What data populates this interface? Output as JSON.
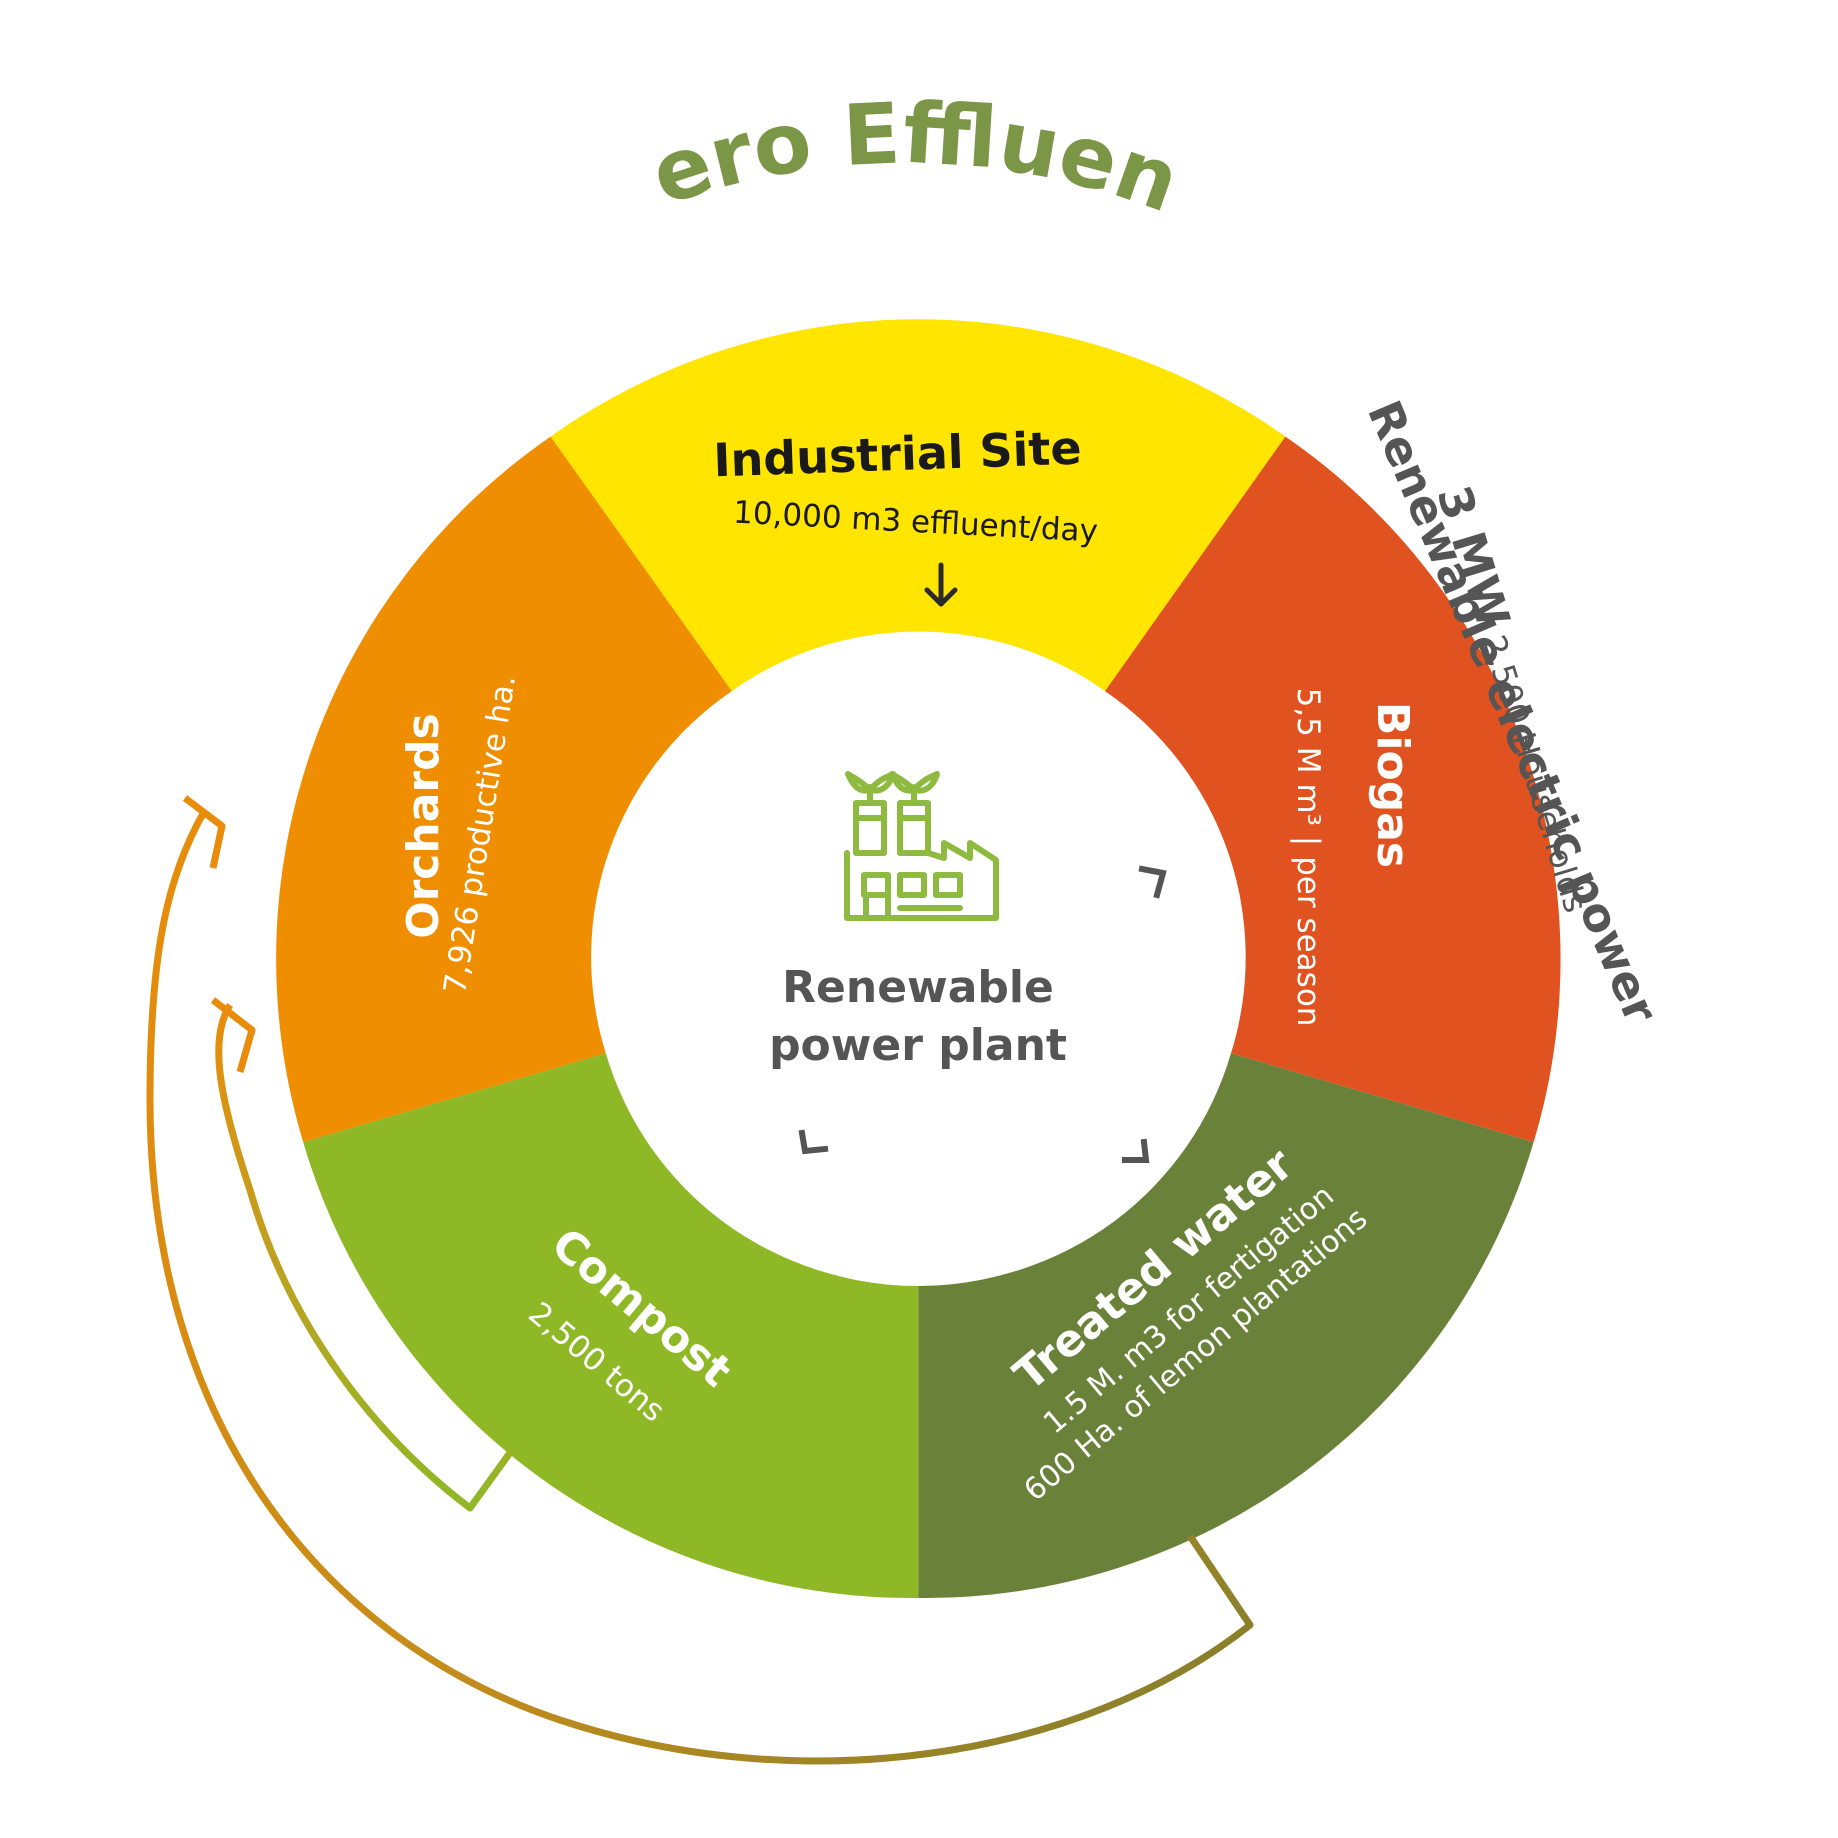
{
  "title": "Zero Effluent",
  "center": {
    "line1": "Renewable",
    "line2": "power plant",
    "icon": "factory-sprout-icon"
  },
  "segments": {
    "industrial": {
      "label": "Industrial Site",
      "detail": "10,000 m3 effluent/day",
      "color": "#FFE500"
    },
    "biogas": {
      "label": "Biogas",
      "detail": "5,5 M m³ | per season",
      "color": "#E0521F"
    },
    "water": {
      "label": "Treated water",
      "detail1": "1.5 M. m3 for fertigation",
      "detail2": "600 Ha. of lemon plantations",
      "color": "#6A813A"
    },
    "compost": {
      "label": "Compost",
      "detail": "2,500 tons",
      "color": "#8FB826"
    },
    "orchards": {
      "label": "Orchards",
      "detail": "7,926 productive ha.",
      "color": "#EE8E00"
    }
  },
  "power": {
    "label": "Renewable electric power",
    "mw": "3 MW",
    "households": "2,500 Households"
  },
  "colors": {
    "title": "#7A9646",
    "gray": "#555555",
    "icon": "#8DBA3F",
    "arrow_orange": "#E98C0A",
    "arrow_green": "#8FB826",
    "arrow_olive": "#6A813A"
  }
}
